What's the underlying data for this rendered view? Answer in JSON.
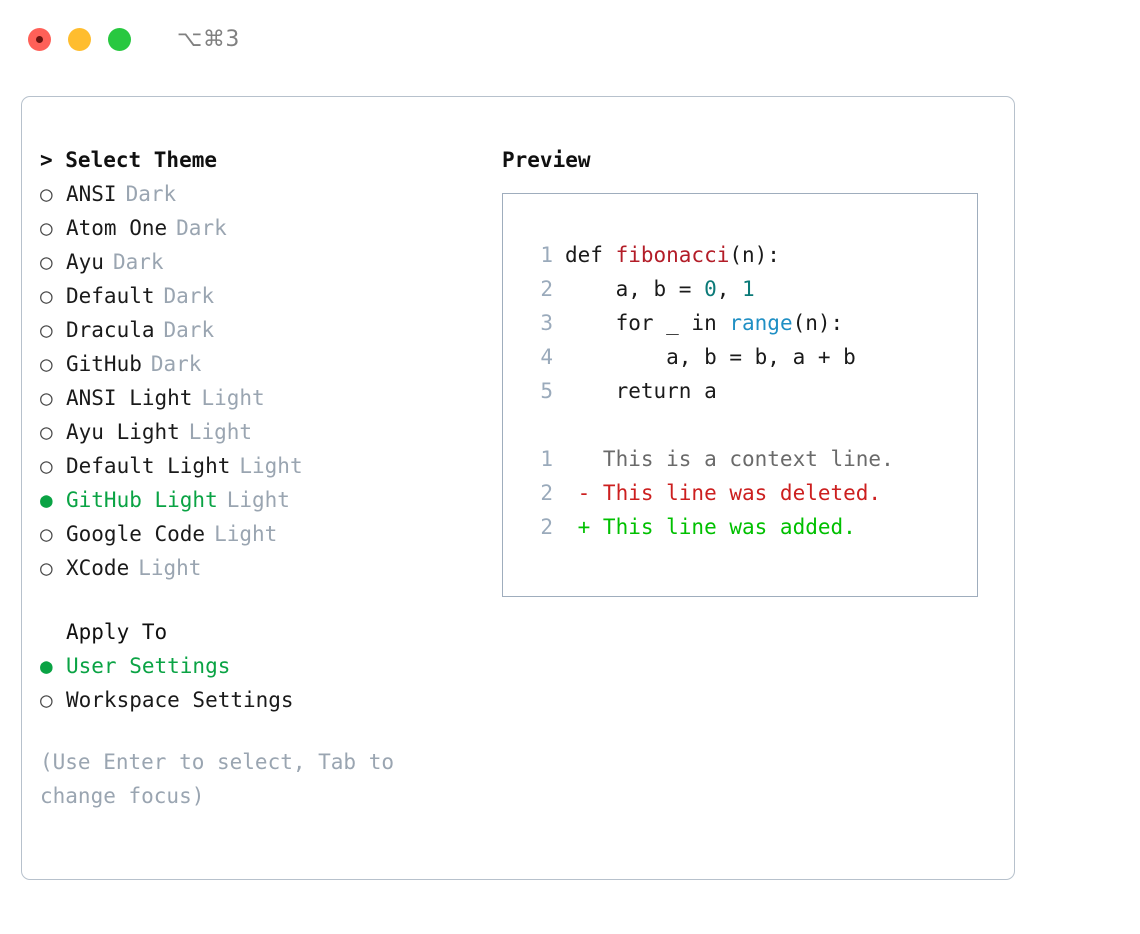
{
  "titlebar": {
    "shortcut": "⌥⌘3",
    "buttons": [
      {
        "name": "close",
        "color": "#ff6058"
      },
      {
        "name": "minimize",
        "color": "#ffbd2e"
      },
      {
        "name": "maximize",
        "color": "#28c840"
      }
    ]
  },
  "theme_panel": {
    "title": "> Select Theme",
    "items": [
      {
        "marker": "○",
        "label": "ANSI",
        "tag": "Dark",
        "selected": false
      },
      {
        "marker": "○",
        "label": "Atom One",
        "tag": "Dark",
        "selected": false
      },
      {
        "marker": "○",
        "label": "Ayu",
        "tag": "Dark",
        "selected": false
      },
      {
        "marker": "○",
        "label": "Default",
        "tag": "Dark",
        "selected": false
      },
      {
        "marker": "○",
        "label": "Dracula",
        "tag": "Dark",
        "selected": false
      },
      {
        "marker": "○",
        "label": "GitHub",
        "tag": "Dark",
        "selected": false
      },
      {
        "marker": "○",
        "label": "ANSI Light",
        "tag": "Light",
        "selected": false
      },
      {
        "marker": "○",
        "label": "Ayu Light",
        "tag": "Light",
        "selected": false
      },
      {
        "marker": "○",
        "label": "Default Light",
        "tag": "Light",
        "selected": false
      },
      {
        "marker": "●",
        "label": "GitHub Light",
        "tag": "Light",
        "selected": true
      },
      {
        "marker": "○",
        "label": "Google Code",
        "tag": "Light",
        "selected": false
      },
      {
        "marker": "○",
        "label": "XCode",
        "tag": "Light",
        "selected": false
      }
    ]
  },
  "apply_to": {
    "title": "Apply To",
    "items": [
      {
        "marker": "●",
        "label": "User Settings",
        "selected": true
      },
      {
        "marker": "○",
        "label": "Workspace Settings",
        "selected": false
      }
    ]
  },
  "hint": "(Use Enter to select, Tab to change focus)",
  "preview": {
    "title": "Preview",
    "code": [
      {
        "no": "1",
        "parts": [
          {
            "t": "def ",
            "c": "plain"
          },
          {
            "t": "fibonacci",
            "c": "fn"
          },
          {
            "t": "(n):",
            "c": "plain"
          }
        ]
      },
      {
        "no": "2",
        "parts": [
          {
            "t": "    a, b = ",
            "c": "plain"
          },
          {
            "t": "0",
            "c": "num"
          },
          {
            "t": ", ",
            "c": "plain"
          },
          {
            "t": "1",
            "c": "num"
          }
        ]
      },
      {
        "no": "3",
        "parts": [
          {
            "t": "    for _ in ",
            "c": "plain"
          },
          {
            "t": "range",
            "c": "builtin"
          },
          {
            "t": "(n):",
            "c": "plain"
          }
        ]
      },
      {
        "no": "4",
        "parts": [
          {
            "t": "        a, b = b, a + b",
            "c": "plain"
          }
        ]
      },
      {
        "no": "5",
        "parts": [
          {
            "t": "    return a",
            "c": "plain"
          }
        ]
      }
    ],
    "diff": [
      {
        "no": "1",
        "parts": [
          {
            "t": "   This is a context line.",
            "c": "ctx"
          }
        ]
      },
      {
        "no": "2",
        "parts": [
          {
            "t": " - This line was deleted.",
            "c": "del"
          }
        ]
      },
      {
        "no": "2",
        "parts": [
          {
            "t": " + This line was added.",
            "c": "add"
          }
        ]
      }
    ]
  },
  "colors": {
    "selected_green": "#0aa344",
    "diff_add_green": "#00c000",
    "diff_del_red": "#cc1f1f",
    "function_red": "#b31d28",
    "number_teal": "#0b7a78",
    "builtin_blue": "#1f8fc4",
    "muted_gray": "#9aa5b1",
    "panel_border": "#b7c1cc",
    "preview_border": "#9fadbd"
  }
}
